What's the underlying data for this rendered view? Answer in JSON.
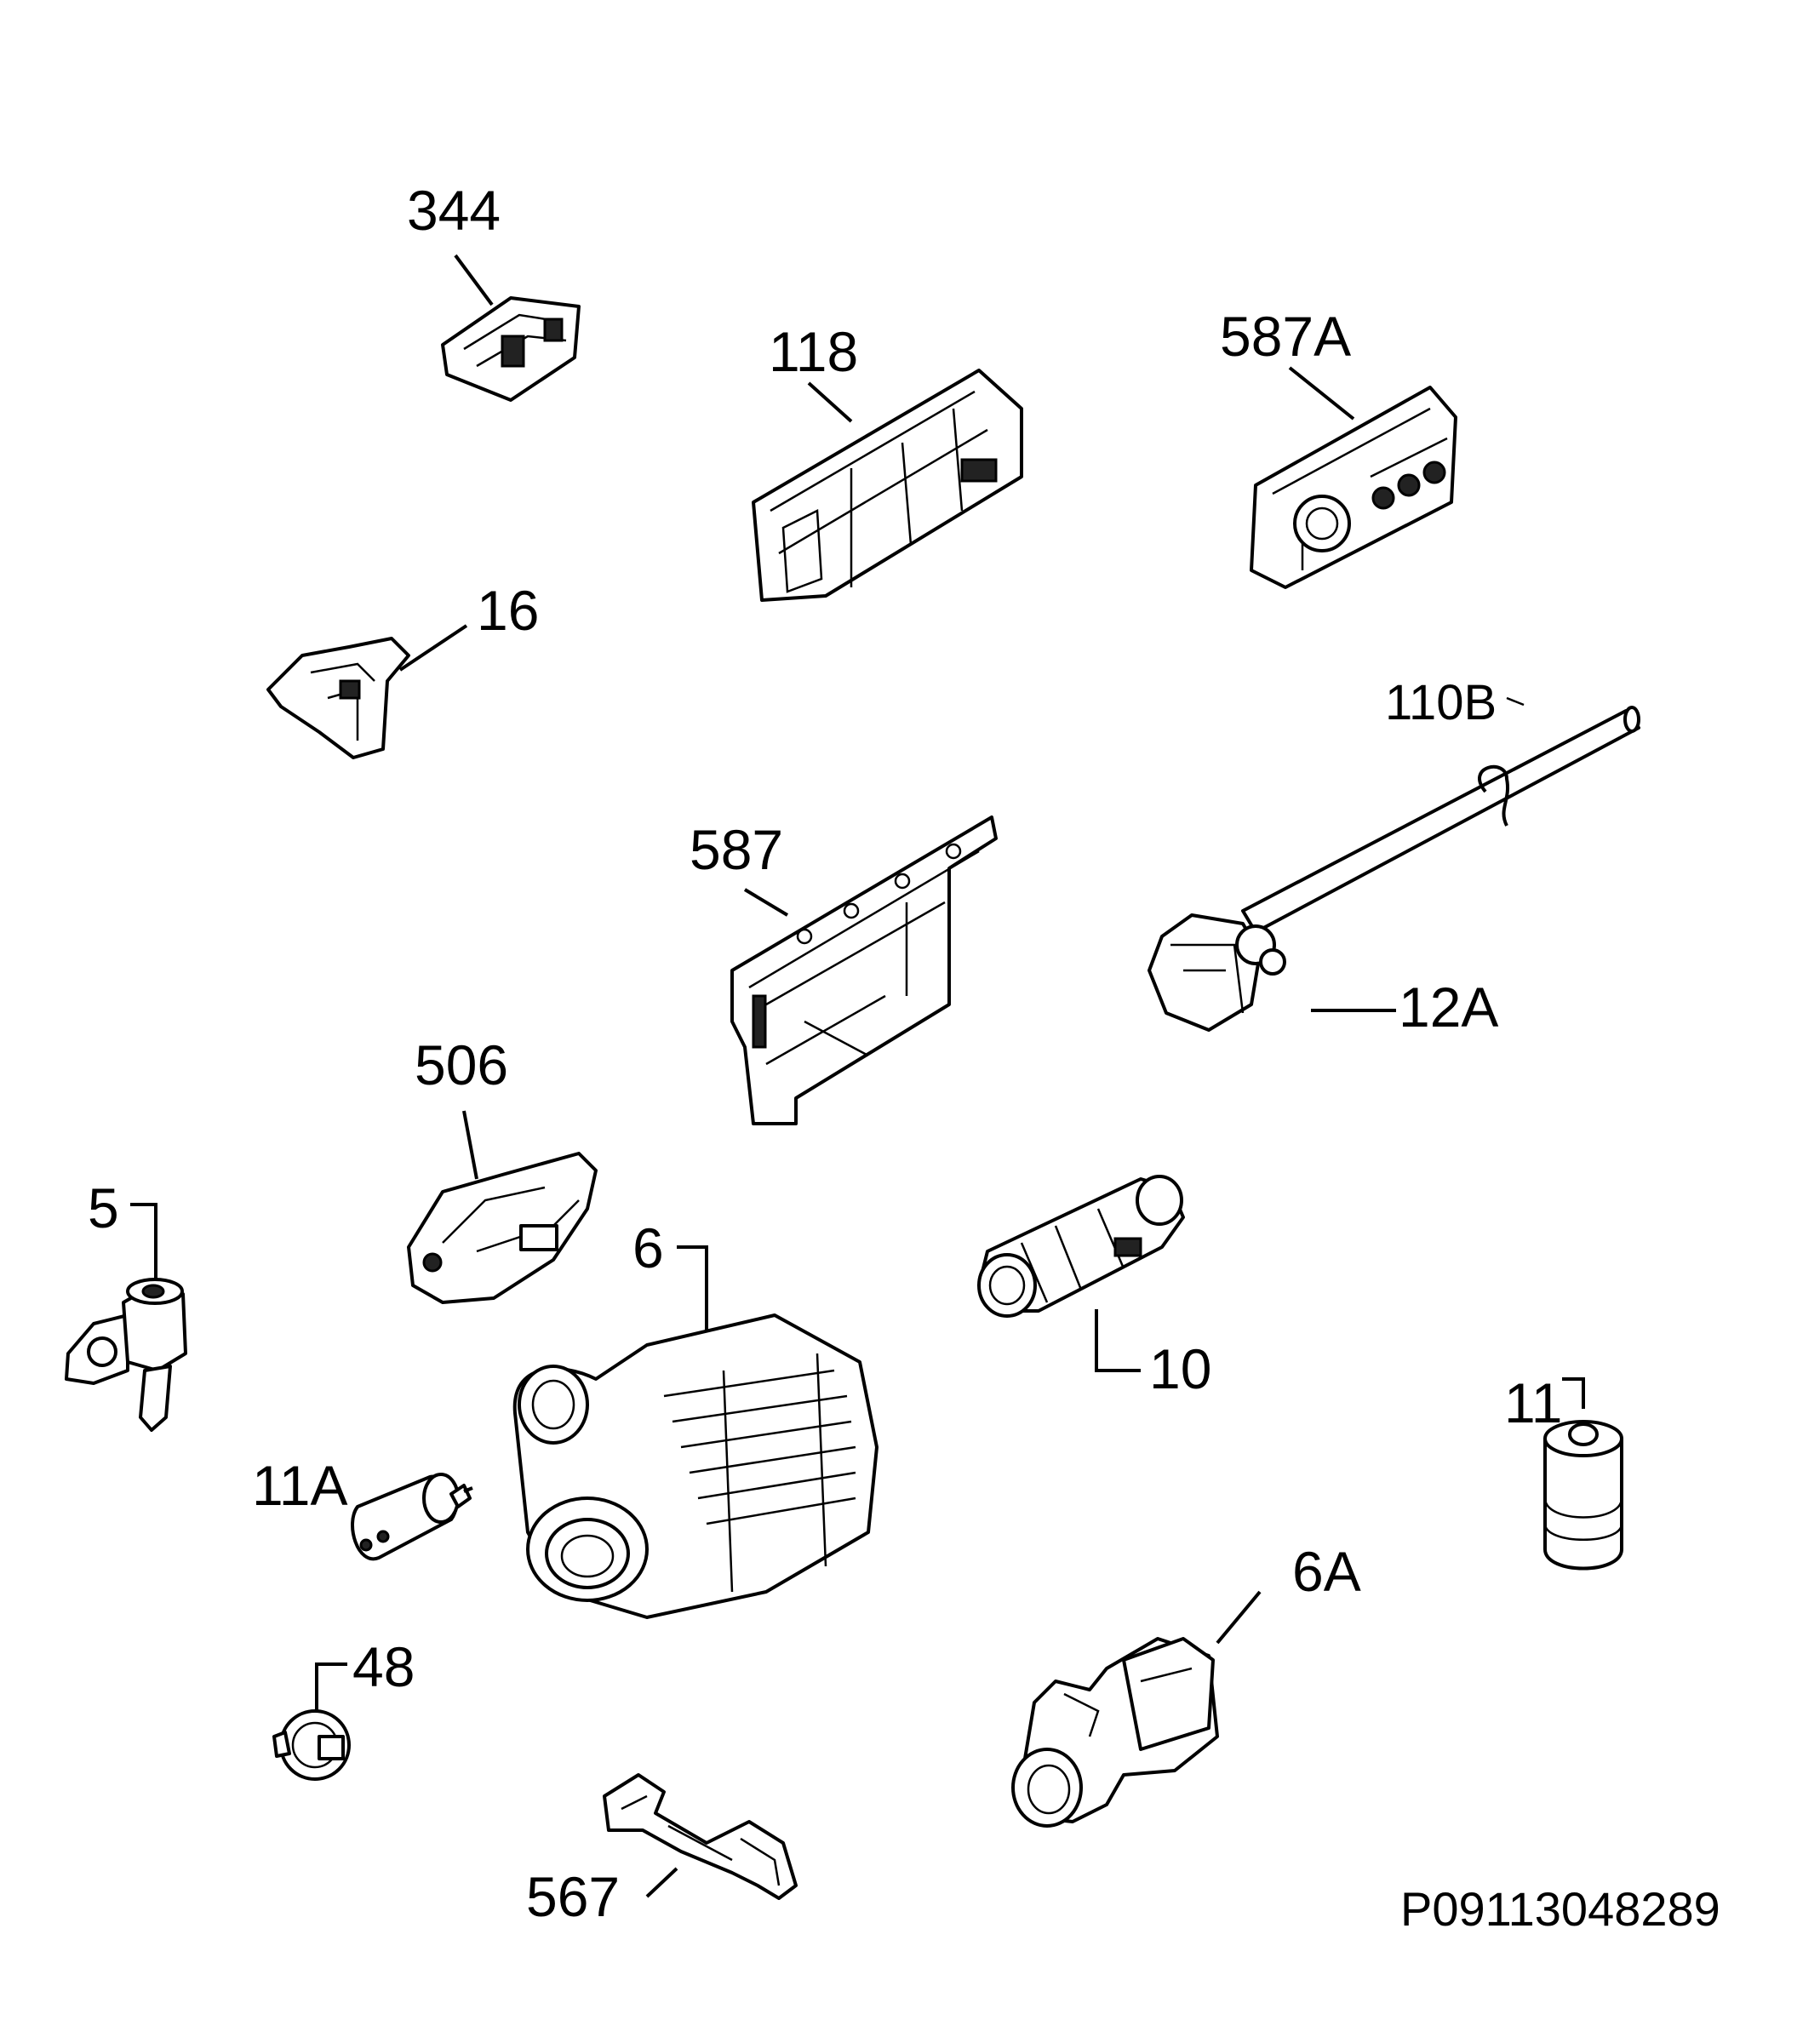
{
  "labels": {
    "p344": "344",
    "p118": "118",
    "p587A": "587A",
    "p16": "16",
    "p110B": "110B",
    "p587": "587",
    "p12A": "12A",
    "p506": "506",
    "p5": "5",
    "p6": "6",
    "p10": "10",
    "p11": "11",
    "p11A": "11A",
    "p6A": "6A",
    "p48": "48",
    "p567": "567"
  },
  "drawing_code": "P09113048289"
}
